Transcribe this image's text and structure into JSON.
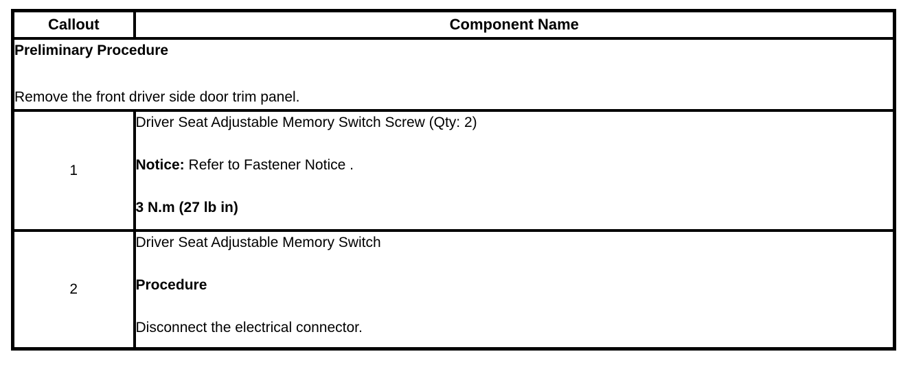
{
  "colors": {
    "border": "#000000",
    "text": "#000000",
    "background": "#ffffff"
  },
  "header": {
    "callout_label": "Callout",
    "component_label": "Component Name"
  },
  "preliminary": {
    "title": "Preliminary Procedure",
    "instruction": "Remove the front driver side door trim panel."
  },
  "rows": [
    {
      "callout": "1",
      "component_name": "Driver Seat Adjustable Memory Switch Screw (Qty: 2)",
      "notice_label": "Notice:",
      "notice_text": " Refer to Fastener Notice .",
      "torque_spec": "3 N.m (27 lb in)"
    },
    {
      "callout": "2",
      "component_name": "Driver Seat Adjustable Memory Switch",
      "procedure_label": "Procedure",
      "procedure_text": "Disconnect the electrical connector."
    }
  ]
}
